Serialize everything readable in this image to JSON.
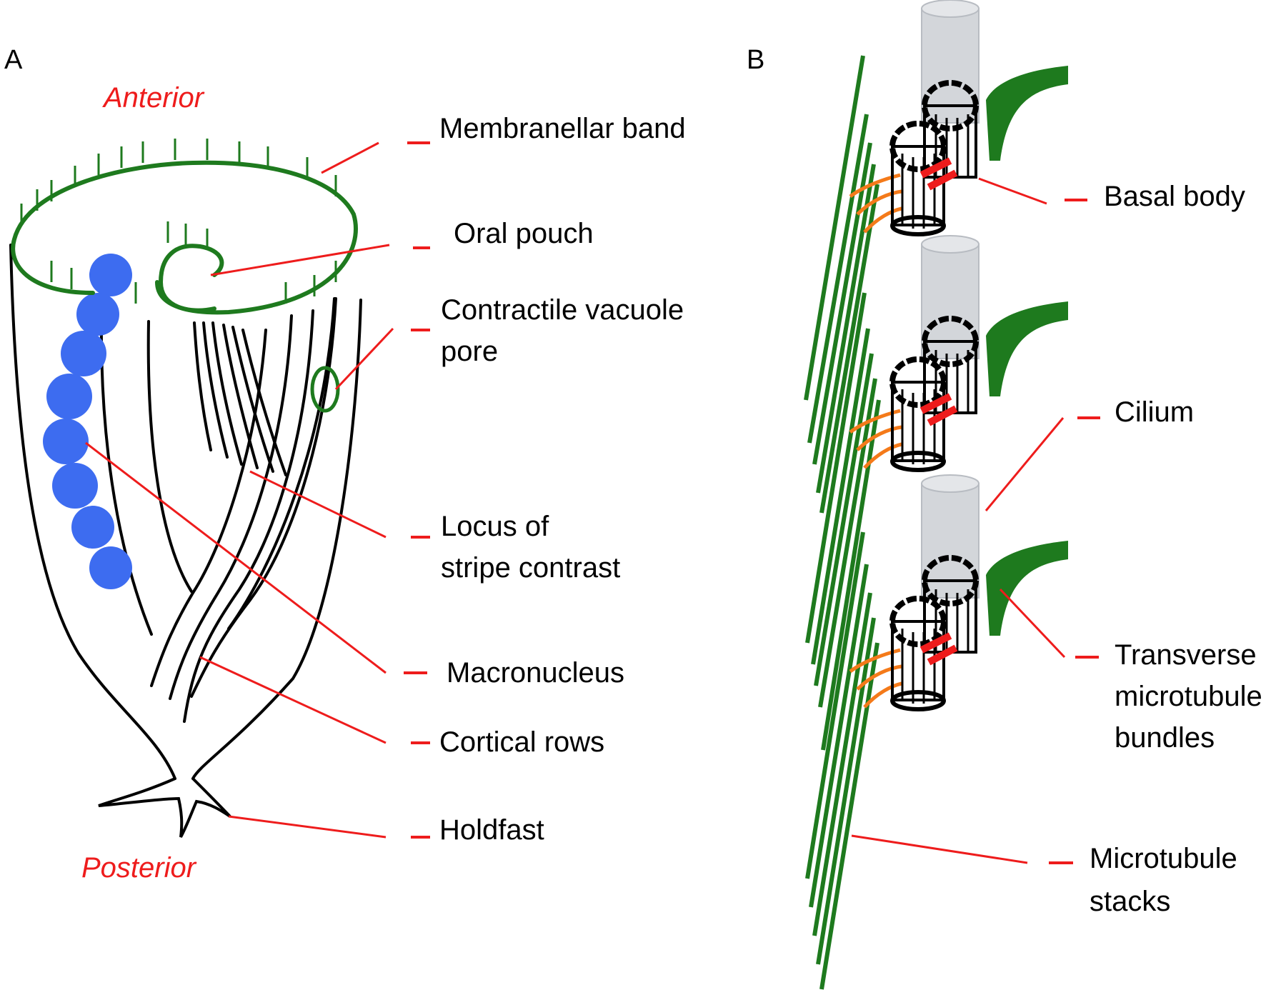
{
  "panels": {
    "a": "A",
    "b": "B"
  },
  "orientation": {
    "anterior": "Anterior",
    "posterior": "Posterior"
  },
  "labels_a": {
    "membranellar_band": "Membranellar band",
    "oral_pouch": "Oral pouch",
    "cv_pore_1": "Contractile vacuole",
    "cv_pore_2": "pore",
    "locus_1": "Locus of",
    "locus_2": "stripe contrast",
    "macronucleus": "Macronucleus",
    "cortical_rows": "Cortical rows",
    "holdfast": "Holdfast"
  },
  "labels_b": {
    "basal_body": "Basal body",
    "cilium": "Cilium",
    "tmb_1": "Transverse",
    "tmb_2": "microtubule",
    "tmb_3": "bundles",
    "ms_1": "Microtubule",
    "ms_2": "stacks"
  },
  "colors": {
    "membranelle_green": "#1e7a1e",
    "nucleus_blue": "#3d6cf0",
    "leader_red": "#ee1c1c",
    "orange_fibers": "#f47a1a",
    "cilium_gray": "#d3d6da"
  }
}
